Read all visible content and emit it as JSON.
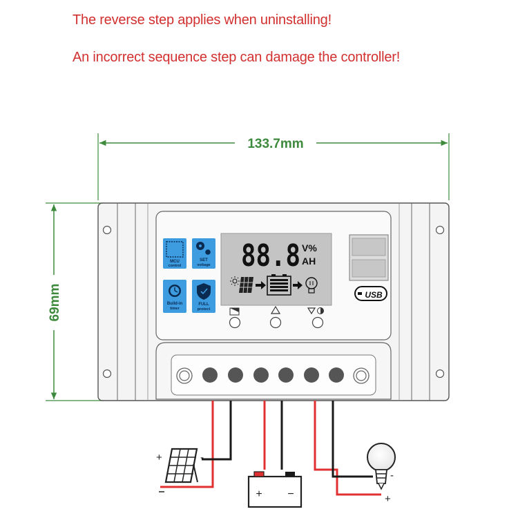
{
  "warnings": {
    "line1": "The reverse step applies when uninstalling!",
    "line2": "An incorrect sequence step can damage the controller!"
  },
  "dimensions": {
    "width_label": "133.7mm",
    "height_label": "69mm",
    "color": "#3d8a3d"
  },
  "lcd": {
    "digits": "88.8",
    "unit_top": "V%",
    "unit_bottom": "AH"
  },
  "icons": {
    "mcu": [
      "MCU",
      "control"
    ],
    "set": [
      "SET",
      "voltage"
    ],
    "timer": [
      "Build-in",
      "timer"
    ],
    "protect": [
      "FULL",
      "protect"
    ]
  },
  "usb_label": "USB",
  "wiring": {
    "solar_plus": "+",
    "solar_minus": "-",
    "battery_plus": "+",
    "battery_minus": "−",
    "load_minus": "-",
    "load_plus": "+"
  },
  "colors": {
    "warning_text": "#d22f2f",
    "icon_blue": "#3d9be0",
    "wire_red": "#e03030",
    "wire_black": "#1a1a1a"
  }
}
